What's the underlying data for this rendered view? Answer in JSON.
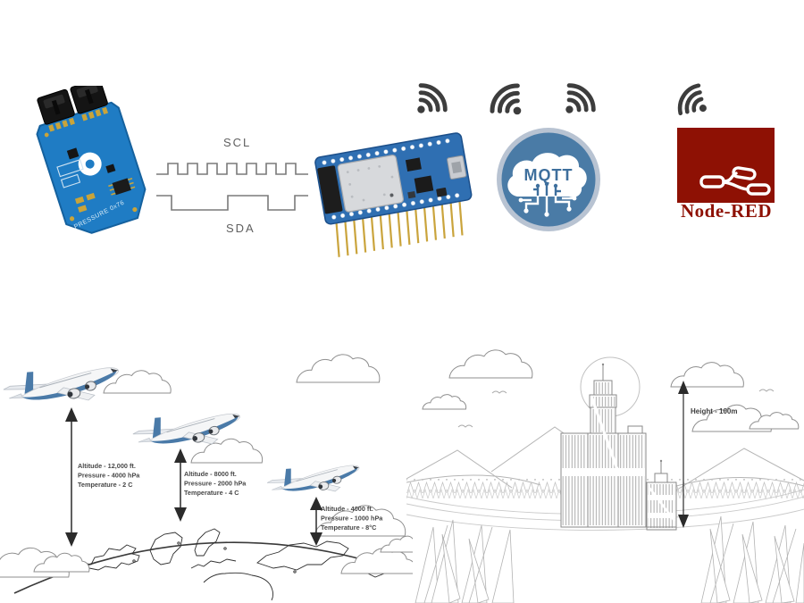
{
  "colors": {
    "pcb_blue": "#1f7cc4",
    "esp_blue": "#2f6fb2",
    "wifi_gray": "#3d3d3d",
    "mqtt_ring": "#b8c3d2",
    "mqtt_blue": "#4a7ba6",
    "mqtt_text_blue": "#3e6f9d",
    "node_red_maroon": "#8e1104",
    "signal_gray": "#7a7a7a",
    "plane_blue": "#4a7aa8",
    "arrow_black": "#2b2b2b",
    "lineart_gray": "#b5b5b5"
  },
  "flow": {
    "scl_label": "SCL",
    "sda_label": "SDA",
    "mqtt_label": "MQTT",
    "node_red_label": "Node-RED",
    "sensor_silkscreen": "PRESSURE 0x76"
  },
  "altitude_scene": {
    "annotations": [
      {
        "altitude": "Altitude - 12,000 ft.",
        "pressure": "Pressure - 4000 hPa",
        "temperature": "Temperature - 2 C"
      },
      {
        "altitude": "Altitude - 8000 ft.",
        "pressure": "Pressure - 2000 hPa",
        "temperature": "Temperature - 4 C"
      },
      {
        "altitude": "Altitude - 4000 ft.",
        "pressure": "Pressure - 1000 hPa",
        "temperature": "Temperature - 8°C"
      }
    ]
  },
  "building_scene": {
    "height_label": "Height - 100m"
  }
}
